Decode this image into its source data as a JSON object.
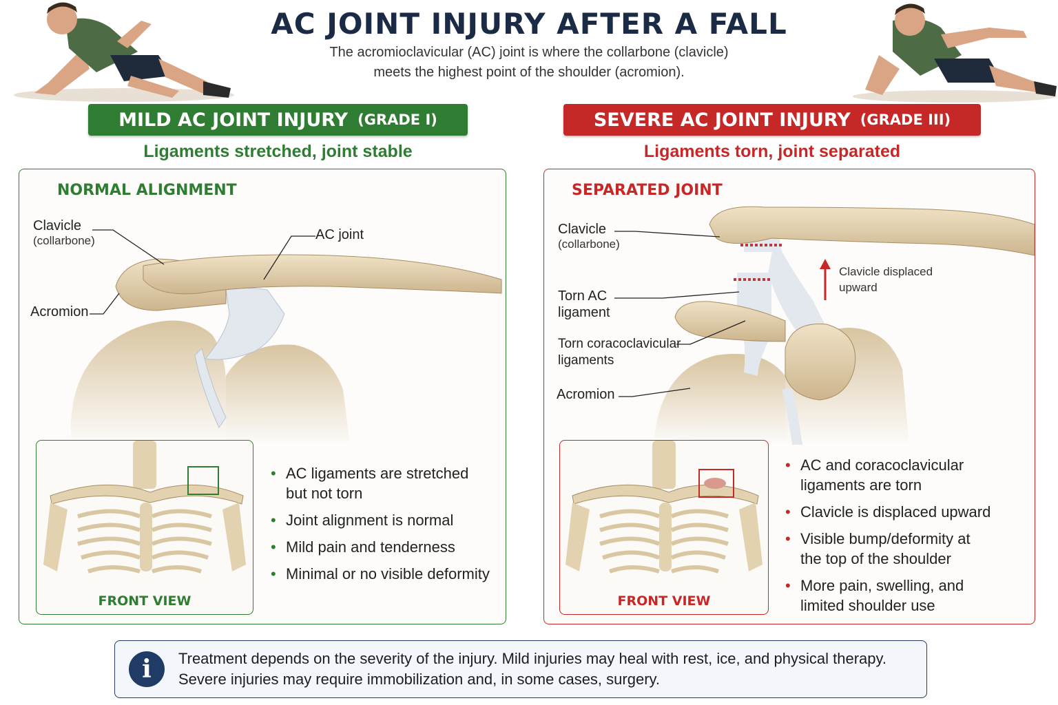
{
  "header": {
    "title": "AC JOINT INJURY AFTER A FALL",
    "subtitle_line1": "The acromioclavicular (AC) joint is where the collarbone (clavicle)",
    "subtitle_line2": "meets the highest point of the shoulder (acromion)."
  },
  "mild": {
    "banner_title": "MILD AC JOINT INJURY",
    "banner_grade": "(GRADE I)",
    "tagline": "Ligaments stretched, joint stable",
    "panel_label": "NORMAL ALIGNMENT",
    "labels": {
      "clavicle": "Clavicle",
      "clavicle_sub": "(collarbone)",
      "ac_joint": "AC joint",
      "acromion": "Acromion"
    },
    "inset_caption": "FRONT VIEW",
    "bullets": [
      "AC ligaments are stretched but not torn",
      "Joint alignment is normal",
      "Mild pain and tenderness",
      "Minimal or no visible deformity"
    ]
  },
  "severe": {
    "banner_title": "SEVERE AC JOINT INJURY",
    "banner_grade": "(GRADE III)",
    "tagline": "Ligaments torn, joint separated",
    "panel_label": "SEPARATED JOINT",
    "labels": {
      "clavicle": "Clavicle",
      "clavicle_sub": "(collarbone)",
      "torn_ac": "Torn AC ligament",
      "torn_cc": "Torn coracoclavicular ligaments",
      "acromion": "Acromion",
      "displaced": "Clavicle displaced upward"
    },
    "inset_caption": "FRONT VIEW",
    "bullets": [
      "AC and coracoclavicular ligaments are torn",
      "Clavicle is displaced upward",
      "Visible bump/deformity at the top of the shoulder",
      "More pain, swelling, and limited shoulder use"
    ]
  },
  "info": {
    "icon": "info-icon",
    "line1": "Treatment depends on the severity of the injury. Mild injuries may heal with rest, ice, and physical therapy.",
    "line2": "Severe injuries may require immobilization and, in some cases, surgery."
  },
  "colors": {
    "mild": "#2e7d32",
    "severe": "#c62828",
    "title": "#1c2b45",
    "bone": "#e3d2b0",
    "ligament": "#dfe5ee"
  }
}
